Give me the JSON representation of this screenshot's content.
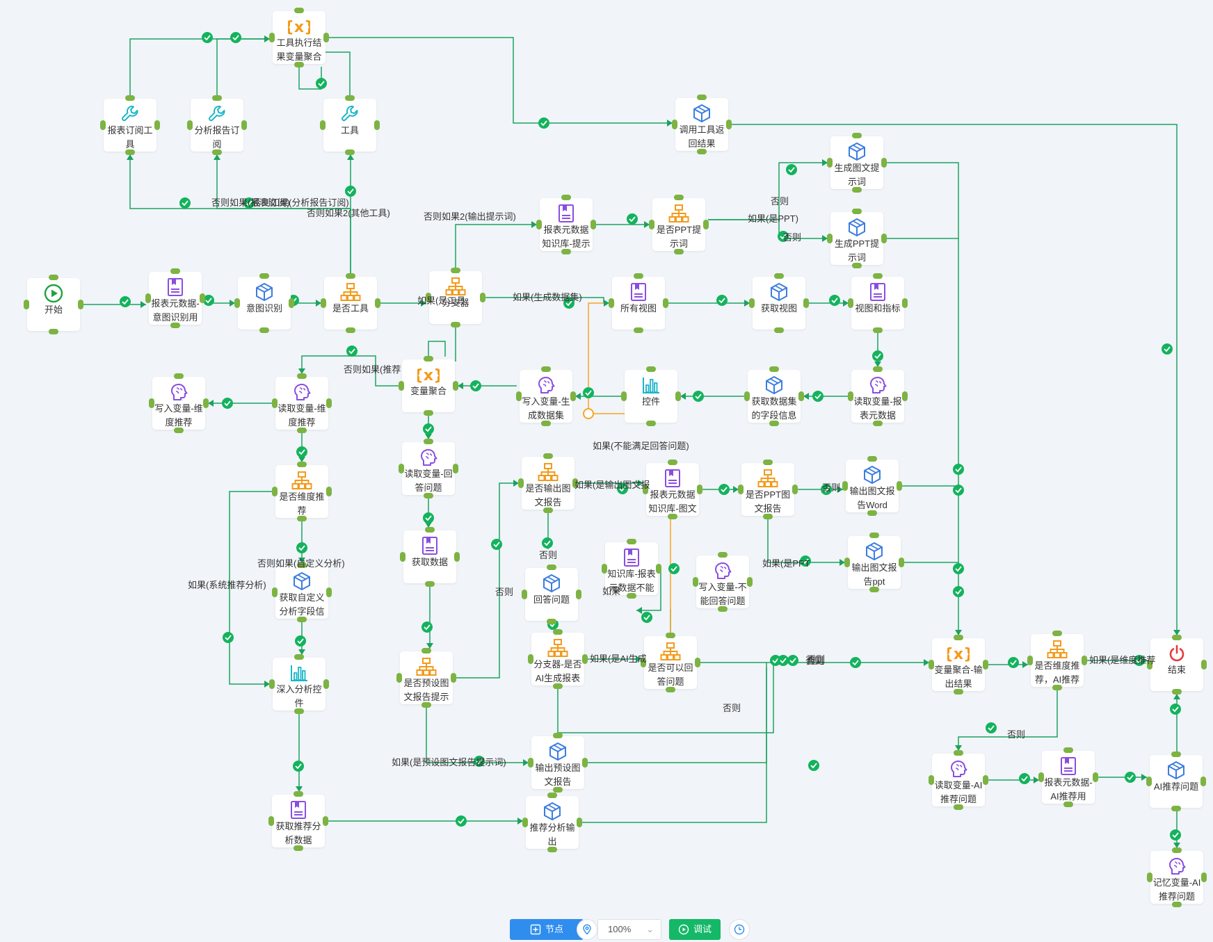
{
  "colors": {
    "background": "#f1f4f9",
    "edge": "#1aa35f",
    "edge_special": "#f5a623",
    "check": "#13b35d",
    "primary": "#2f8dee",
    "success": "#14b867",
    "icon_blue": "#3b7de0",
    "icon_orange": "#f39a1a",
    "icon_purple": "#8a4de0",
    "icon_green": "#20a340",
    "icon_red": "#e73b3b",
    "icon_teal": "#19b6c8"
  },
  "nodes": [
    {
      "id": "start",
      "label": "开始",
      "icon": "play-circle-icon"
    },
    {
      "id": "n_meta_intent",
      "label": "报表元数据-意图识别用",
      "icon": "knowledge-book-icon"
    },
    {
      "id": "n_intent",
      "label": "意图识别",
      "icon": "cube-icon"
    },
    {
      "id": "n_is_tool",
      "label": "是否工具",
      "icon": "branch-icon"
    },
    {
      "id": "n_branch",
      "label": "分支器",
      "icon": "branch-icon"
    },
    {
      "id": "n_tool_agg",
      "label": "工具执行结果变量聚合",
      "icon": "variable-icon"
    },
    {
      "id": "n_report_sub",
      "label": "报表订阅工具",
      "icon": "wrench-icon"
    },
    {
      "id": "n_analysis_sub",
      "label": "分析报告订阅",
      "icon": "wrench-icon"
    },
    {
      "id": "n_tool",
      "label": "工具",
      "icon": "wrench-icon"
    },
    {
      "id": "n_call_tool",
      "label": "调用工具返回结果",
      "icon": "cube-icon"
    },
    {
      "id": "n_meta_hint",
      "label": "报表元数据知识库-提示",
      "icon": "knowledge-book-icon"
    },
    {
      "id": "n_is_ppt_hint",
      "label": "是否PPT提示词",
      "icon": "branch-icon"
    },
    {
      "id": "n_gen_img_hint",
      "label": "生成图文提示词",
      "icon": "cube-icon"
    },
    {
      "id": "n_gen_ppt_hint",
      "label": "生成PPT提示词",
      "icon": "cube-icon"
    },
    {
      "id": "n_all_views",
      "label": "所有视图",
      "icon": "knowledge-book-icon"
    },
    {
      "id": "n_get_view",
      "label": "获取视图",
      "icon": "cube-icon"
    },
    {
      "id": "n_view_metric",
      "label": "视图和指标",
      "icon": "knowledge-book-icon"
    },
    {
      "id": "n_read_meta",
      "label": "读取变量-报表元数据",
      "icon": "brain-icon"
    },
    {
      "id": "n_get_fields",
      "label": "获取数据集的字段信息",
      "icon": "cube-icon"
    },
    {
      "id": "n_control",
      "label": "控件",
      "icon": "bar-chart-icon"
    },
    {
      "id": "n_write_gen",
      "label": "写入变量-生成数据集",
      "icon": "brain-icon"
    },
    {
      "id": "n_var_agg",
      "label": "变量聚合",
      "icon": "variable-icon"
    },
    {
      "id": "n_read_dim",
      "label": "读取变量-维度推荐",
      "icon": "brain-icon"
    },
    {
      "id": "n_write_dim",
      "label": "写入变量-维度推荐",
      "icon": "brain-icon"
    },
    {
      "id": "n_is_dim",
      "label": "是否维度推荐",
      "icon": "branch-icon"
    },
    {
      "id": "n_custom_fields",
      "label": "获取自定义分析字段信",
      "icon": "cube-icon"
    },
    {
      "id": "n_deep_control",
      "label": "深入分析控件",
      "icon": "bar-chart-icon"
    },
    {
      "id": "n_get_rec",
      "label": "获取推荐分析数据",
      "icon": "knowledge-book-icon"
    },
    {
      "id": "n_read_answer",
      "label": "读取变量-回答问题",
      "icon": "brain-icon"
    },
    {
      "id": "n_get_data",
      "label": "获取数据",
      "icon": "knowledge-book-icon"
    },
    {
      "id": "n_is_preset",
      "label": "是否预设图文报告提示",
      "icon": "branch-icon"
    },
    {
      "id": "n_is_output_img",
      "label": "是否输出图文报告",
      "icon": "branch-icon"
    },
    {
      "id": "n_meta_imgtext",
      "label": "报表元数据知识库-图文",
      "icon": "knowledge-book-icon"
    },
    {
      "id": "n_is_ppt_report",
      "label": "是否PPT图文报告",
      "icon": "branch-icon"
    },
    {
      "id": "n_out_word",
      "label": "输出图文报告Word",
      "icon": "cube-icon"
    },
    {
      "id": "n_out_ppt",
      "label": "输出图文报告ppt",
      "icon": "cube-icon"
    },
    {
      "id": "n_kb_cannot",
      "label": "知识库-报表元数据不能",
      "icon": "knowledge-book-icon"
    },
    {
      "id": "n_write_cannot",
      "label": "写入变量-不能回答问题",
      "icon": "brain-icon"
    },
    {
      "id": "n_answer",
      "label": "回答问题",
      "icon": "cube-icon"
    },
    {
      "id": "n_branch_ai",
      "label": "分支器-是否AI生成报表",
      "icon": "branch-icon"
    },
    {
      "id": "n_can_answer",
      "label": "是否可以回答问题",
      "icon": "branch-icon"
    },
    {
      "id": "n_out_preset",
      "label": "输出预设图文报告",
      "icon": "cube-icon"
    },
    {
      "id": "n_rec_output",
      "label": "推荐分析输出",
      "icon": "cube-icon"
    },
    {
      "id": "n_agg_output",
      "label": "变量聚合-输出结果",
      "icon": "variable-icon"
    },
    {
      "id": "n_is_dim_ai",
      "label": "是否维度推荐，AI推荐",
      "icon": "branch-icon"
    },
    {
      "id": "n_end",
      "label": "结束",
      "icon": "power-icon"
    },
    {
      "id": "n_read_ai",
      "label": "读取变量-AI推荐问题",
      "icon": "brain-icon"
    },
    {
      "id": "n_meta_ai",
      "label": "报表元数据-AI推荐用",
      "icon": "knowledge-book-icon"
    },
    {
      "id": "n_ai_rec",
      "label": "AI推荐问题",
      "icon": "cube-icon"
    },
    {
      "id": "n_mem_ai",
      "label": "记忆变量-AI推荐问题",
      "icon": "brain-icon"
    }
  ],
  "edge_labels": [
    "否则如果(报表订阅)",
    "否则如果(分析报告订阅)",
    "否则如果2(其他工具)",
    "否则如果2(输出提示词)",
    "否则",
    "如果(是PPT)",
    "否则",
    "如果(生成数据集)",
    "否则如果(推荐",
    "如果(不能满足回答问题)",
    "如果(是输出图文报",
    "否则",
    "如果(是PPT",
    "否则",
    "否则",
    "如果(是AI生成",
    "如果",
    "否则如果(自定义分析)",
    "如果(系统推荐分析)",
    "否则",
    "否则",
    "如果(是预设图文报告提示词)",
    "否则",
    "如果(是维度推荐",
    "否则",
    "否则",
    "如果(是工具"
  ],
  "toolbar": {
    "node_button": "节点",
    "zoom": "100%",
    "debug_button": "调试"
  }
}
